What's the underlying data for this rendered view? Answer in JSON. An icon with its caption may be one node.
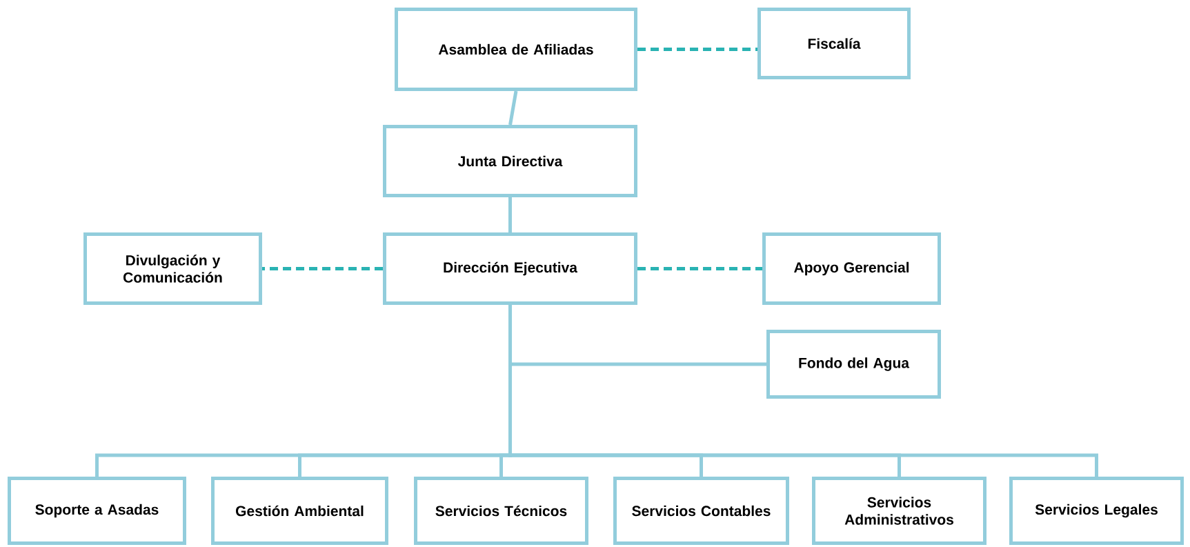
{
  "diagram": {
    "nodes": [
      {
        "text": [
          "Asamblea de Afiliadas"
        ]
      },
      {
        "text": [
          "Fiscalía"
        ]
      },
      {
        "text": [
          "Junta Directiva"
        ]
      },
      {
        "text": [
          "Divulgación y Comunicación"
        ]
      },
      {
        "text": [
          "Dirección Ejecutiva"
        ]
      },
      {
        "text": [
          "Apoyo Gerencial"
        ]
      },
      {
        "text": [
          "Fondo del Agua"
        ]
      },
      {
        "text": [
          "Soporte a Asadas"
        ]
      },
      {
        "text": [
          "Gestión Ambiental"
        ]
      },
      {
        "text": [
          "Servicios Técnicos"
        ]
      },
      {
        "text": [
          "Servicios Contables"
        ]
      },
      {
        "text": [
          "Servicios Administrativos"
        ]
      },
      {
        "text": [
          "Servicios Legales"
        ]
      }
    ],
    "edges": [
      {
        "from": 0,
        "to": 1,
        "arrow": "none",
        "style": "dashed",
        "color": "#2ab3b3"
      },
      {
        "from": 0,
        "to": 2,
        "arrow": "none"
      },
      {
        "from": 2,
        "to": 4,
        "arrow": "none"
      },
      {
        "from": 4,
        "to": 3,
        "arrow": "none",
        "style": "dashed",
        "color": "#2ab3b3"
      },
      {
        "from": 4,
        "to": 5,
        "arrow": "none",
        "style": "dashed",
        "color": "#2ab3b3"
      },
      {
        "from": 4,
        "to": 6,
        "arrow": "none"
      },
      {
        "from": 4,
        "to": 7,
        "arrow": "none"
      },
      {
        "from": 4,
        "to": 8,
        "arrow": "none"
      },
      {
        "from": 4,
        "to": 9,
        "arrow": "none"
      },
      {
        "from": 4,
        "to": 10,
        "arrow": "none"
      },
      {
        "from": 4,
        "to": 11,
        "arrow": "none"
      },
      {
        "from": 4,
        "to": 12,
        "arrow": "none"
      }
    ]
  }
}
